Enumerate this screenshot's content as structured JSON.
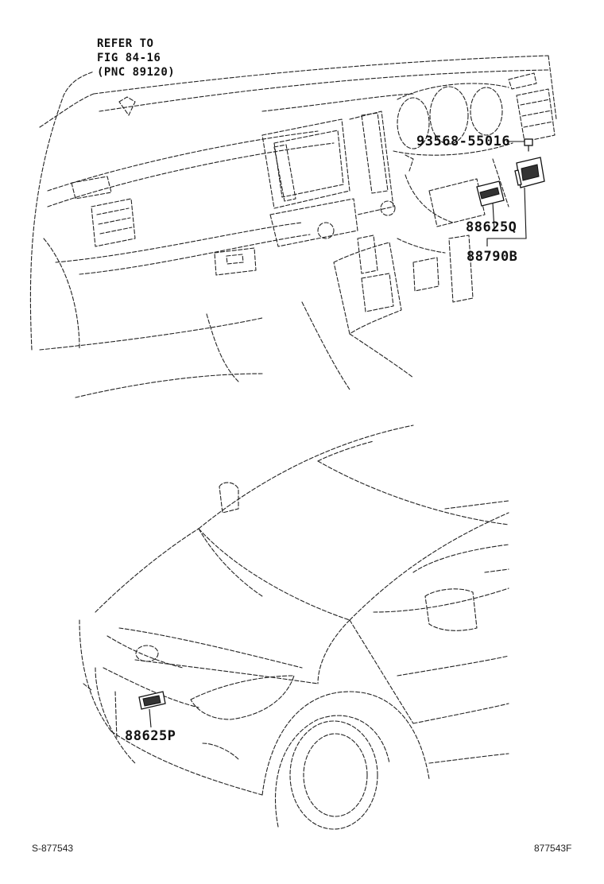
{
  "refer_note": {
    "line1": "REFER TO",
    "line2": "FIG 84-16",
    "line3": "(PNC 89120)"
  },
  "parts": {
    "bolt": "93568-55016",
    "sensor_interior": "88625Q",
    "amplifier": "88790B",
    "sensor_front": "88625P"
  },
  "footer": {
    "left_code": "S-877543",
    "right_code": "877543F"
  }
}
